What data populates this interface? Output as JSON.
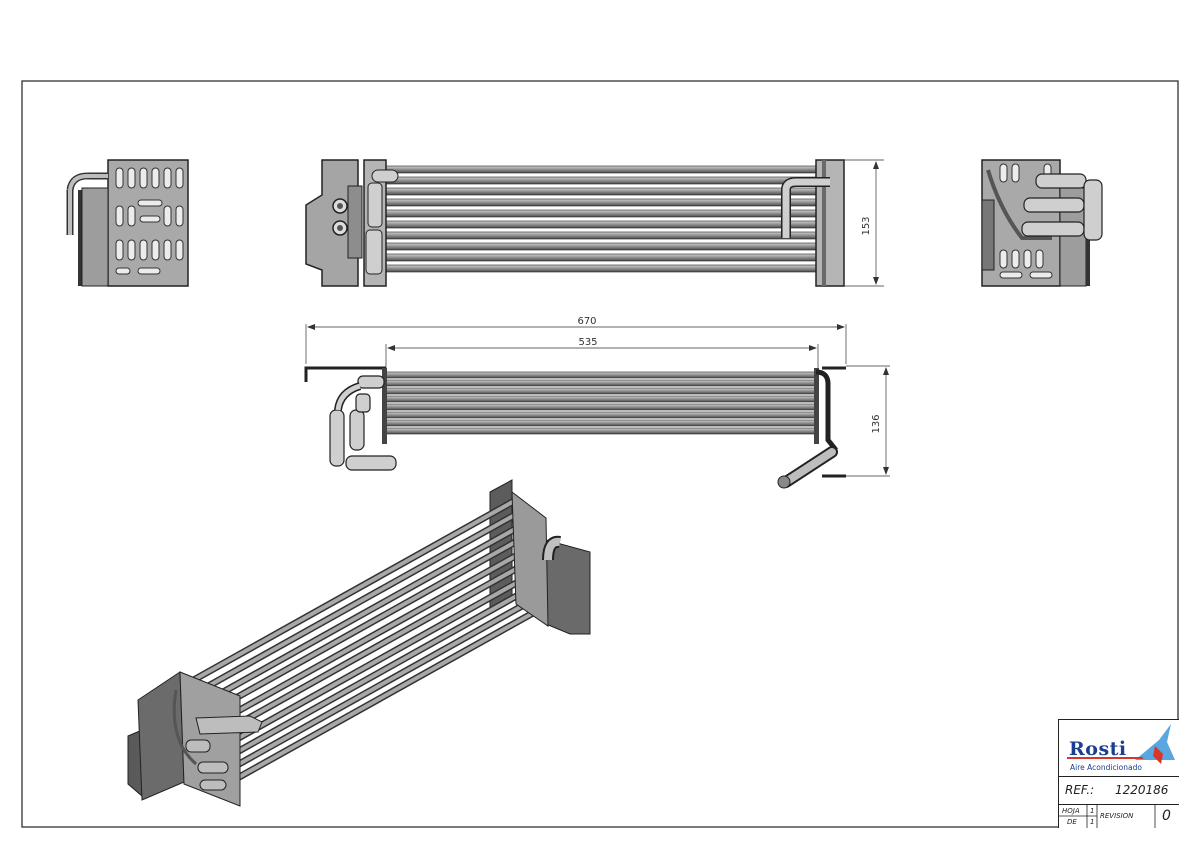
{
  "drawing": {
    "dimensions": {
      "height_front": "153",
      "overall_length": "670",
      "tube_length": "535",
      "height_top": "136"
    }
  },
  "title_block": {
    "brand": "Rosti",
    "subtitle": "Aire Acondicionado",
    "ref_label": "REF.:",
    "ref_value": "1220186",
    "hoja_label": "HOJA",
    "hoja_value": "1",
    "de_label": "DE",
    "de_value": "1",
    "revision_label": "REVISION",
    "revision_value": "0"
  },
  "colors": {
    "tube": "#8f8f8f",
    "tube_dark": "#3a3a3a",
    "plate": "#9a9a9a",
    "plate_dark": "#5a5a5a",
    "brand_blue": "#1b3f8f",
    "brand_red": "#d9362b",
    "brand_sky": "#5aa6e0"
  }
}
